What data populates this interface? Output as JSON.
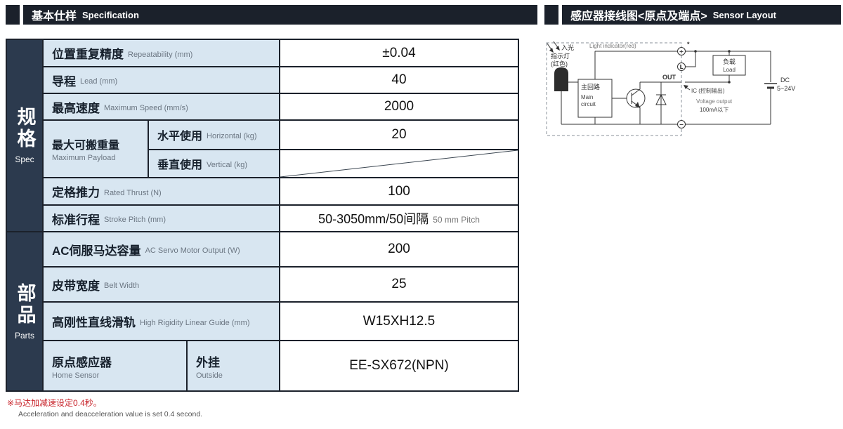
{
  "headers": {
    "spec_zh": "基本仕样",
    "spec_en": "Specification",
    "sensor_zh": "感应器接线图<原点及端点>",
    "sensor_en": "Sensor Layout"
  },
  "side": {
    "spec_zh": "规格",
    "spec_en": "Spec",
    "parts_zh": "部品",
    "parts_en": "Parts"
  },
  "table": {
    "repeatability": {
      "zh": "位置重复精度",
      "en": "Repeatability (mm)",
      "value": "±0.04"
    },
    "lead": {
      "zh": "导程",
      "en": "Lead (mm)",
      "value": "40"
    },
    "max_speed": {
      "zh": "最高速度",
      "en": "Maximum Speed (mm/s)",
      "value": "2000"
    },
    "payload": {
      "zh": "最大可搬重量",
      "en": "Maximum Payload",
      "horizontal": {
        "zh": "水平使用",
        "en": "Horizontal (kg)",
        "value": "20"
      },
      "vertical": {
        "zh": "垂直使用",
        "en": "Vertical (kg)",
        "value": ""
      }
    },
    "thrust": {
      "zh": "定格推力",
      "en": "Rated Thrust (N)",
      "value": "100"
    },
    "stroke": {
      "zh": "标准行程",
      "en": "Stroke Pitch (mm)",
      "value": "50-3050mm/50间隔",
      "value_sub": "50 mm Pitch"
    },
    "motor": {
      "zh": "AC伺服马达容量",
      "en": "AC Servo Motor Output (W)",
      "value": "200"
    },
    "belt": {
      "zh": "皮带宽度",
      "en": "Belt Width",
      "value": "25"
    },
    "guide": {
      "zh": "高刚性直线滑轨",
      "en": "High Rigidity Linear Guide (mm)",
      "value": "W15XH12.5"
    },
    "home_sensor": {
      "zh": "原点感应器",
      "en": "Home Sensor",
      "mid_zh": "外挂",
      "mid_en": "Outside",
      "value": "EE-SX672(NPN)"
    }
  },
  "footnote": {
    "zh": "※马达加减速设定0.4秒。",
    "en": "Acceleration and deacceleration value is set 0.4 second."
  },
  "diagram": {
    "light_indicator": "Light indicator(red)",
    "led_line1": "入光",
    "led_line2": "指示灯",
    "led_line3": "(红色)",
    "main_circuit_zh": "主回路",
    "main_en1": "Main",
    "main_en2": "circuit",
    "load_zh": "负载",
    "load_en": "Load",
    "out": "OUT",
    "asterisk": "*",
    "term_plus": "+",
    "term_l": "L",
    "term_minus": "−",
    "ic_label": "IC (控制输出)",
    "voltage_output": "Voltage output",
    "current_limit": "100mA以下",
    "dc": "DC",
    "dc_range": "5~24V"
  }
}
